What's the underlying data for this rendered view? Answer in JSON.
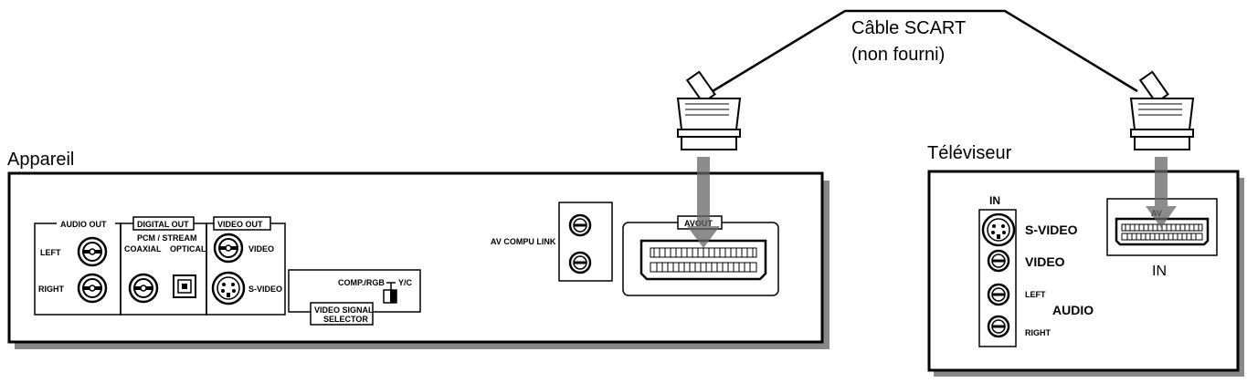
{
  "labels": {
    "device": "Appareil",
    "tv": "Téléviseur",
    "cable_line1": "Câble SCART",
    "cable_line2": "(non fourni)"
  },
  "device_panel": {
    "audio_out": "AUDIO OUT",
    "left": "LEFT",
    "right": "RIGHT",
    "digital_out": "DIGITAL OUT",
    "pcm_stream": "PCM / STREAM",
    "coaxial": "COAXIAL",
    "optical": "OPTICAL",
    "video_out": "VIDEO OUT",
    "video": "VIDEO",
    "s_video": "S-VIDEO",
    "comp_rgb": "COMP./RGB",
    "yc": "Y/C",
    "selector_line1": "VIDEO SIGNAL",
    "selector_line2": "SELECTOR",
    "av_compu_link": "AV COMPU LINK",
    "av_out": "AVOUT"
  },
  "tv_panel": {
    "in": "IN",
    "s_video": "S-VIDEO",
    "video": "VIDEO",
    "left": "LEFT",
    "audio": "AUDIO",
    "right": "RIGHT",
    "av": "AV",
    "scart_in": "IN"
  }
}
